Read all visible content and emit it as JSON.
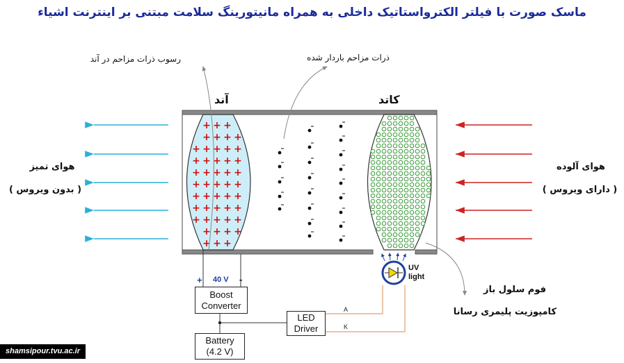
{
  "title": "ماسک صورت با فیلتر الکترواستاتیک داخلی به همراه مانیتورینگ سلامت مبتنی بر اینترنت اشیاء",
  "labels": {
    "anode": "آند",
    "cathode": "کاتد",
    "anode_deposition": "رسوب ذرات مزاحم در آند",
    "charged_particles": "ذرات مزاحم باردار شده",
    "clean_air": "هوای تمیز",
    "clean_air_sub": "( بدون ویروس )",
    "polluted_air": "هوای آلوده",
    "polluted_air_sub": "( دارای ویروس )",
    "open_cell_foam": "فوم سلول باز",
    "composite": "کامپوزیت پلیمری رسانا"
  },
  "circuit": {
    "plus": "+",
    "minus": "-",
    "voltage": "40 V",
    "boost_converter": [
      "Boost",
      "Converter"
    ],
    "battery": [
      "Battery",
      "(4.2 V)"
    ],
    "led_driver": [
      "LED",
      "Driver"
    ],
    "pin_a": "A",
    "pin_k": "K",
    "uv_light": [
      "UV",
      "light"
    ]
  },
  "colors": {
    "title": "#1a2a9a",
    "clean_arrow": "#2ab0d8",
    "polluted_arrow": "#cc2222",
    "plus_sign": "#cc1111",
    "anode_fill": "#cdeef8",
    "cathode_dot": "#3a9a3a",
    "uv_ring": "#1f3f9f",
    "uv_diode": "#f2d600",
    "led_wire": "#e0a070"
  },
  "watermark": "shamsipour.tvu.ac.ir"
}
